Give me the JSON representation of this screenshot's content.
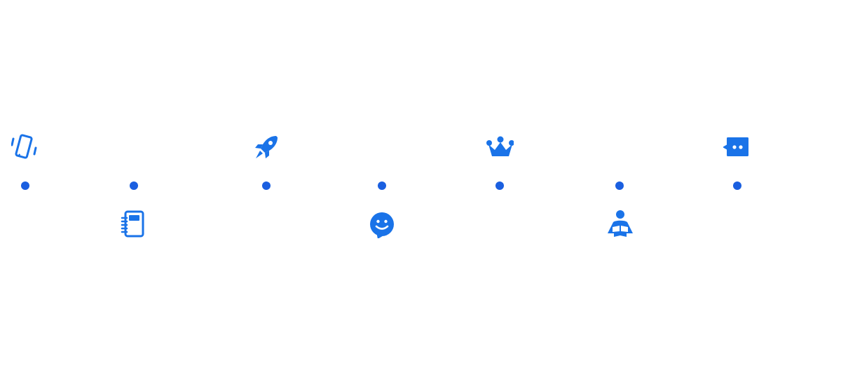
{
  "colors": {
    "accent": "#1a73e8",
    "dot": "#1a5fe0",
    "background": "#ffffff"
  },
  "timeline": {
    "steps": [
      {
        "icon": "vibrating-phone-icon",
        "icon_side": "above"
      },
      {
        "icon": "notebook-icon",
        "icon_side": "below"
      },
      {
        "icon": "rocket-icon",
        "icon_side": "above"
      },
      {
        "icon": "smiley-chat-icon",
        "icon_side": "below"
      },
      {
        "icon": "crown-icon",
        "icon_side": "above"
      },
      {
        "icon": "person-reading-icon",
        "icon_side": "below"
      },
      {
        "icon": "message-bubble-icon",
        "icon_side": "above"
      }
    ]
  }
}
